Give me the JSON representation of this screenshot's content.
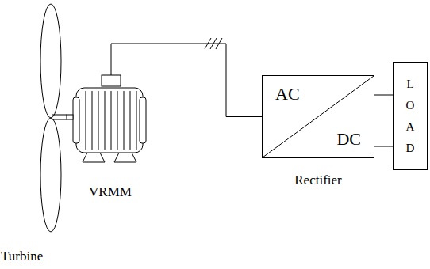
{
  "diagram": {
    "nodes": [
      {
        "text": [
          "Turbine"
        ]
      },
      {
        "text": [
          "VRMM"
        ]
      },
      {
        "text": [
          "AC",
          "DC",
          "Rectifier"
        ]
      },
      {
        "text": [
          "L O A D"
        ]
      }
    ],
    "edges": [
      {
        "from": 0,
        "to": 1,
        "arrow": "none"
      },
      {
        "from": 1,
        "to": 2,
        "arrow": "none"
      },
      {
        "from": 2,
        "to": 3,
        "arrow": "none"
      },
      {
        "from": 2,
        "to": 3,
        "arrow": "none"
      }
    ]
  }
}
